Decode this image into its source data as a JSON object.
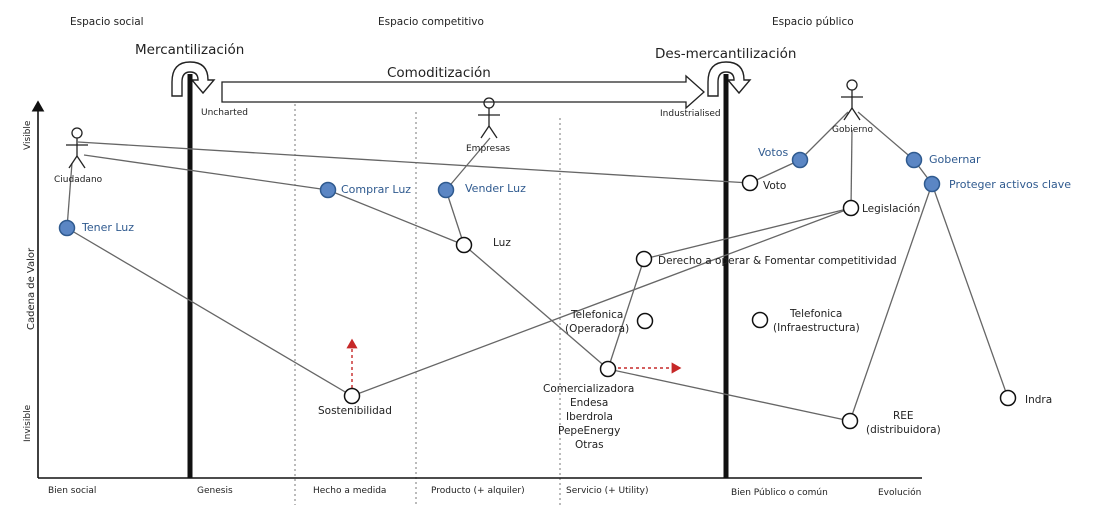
{
  "sections": {
    "social": "Espacio social",
    "competitive": "Espacio competitivo",
    "public": "Espacio público"
  },
  "transitions": {
    "left": "Mercantilización",
    "right": "Des-mercantilización",
    "arrow": "Comoditización"
  },
  "zones": {
    "uncharted": "Uncharted",
    "industrialised": "Industrialised"
  },
  "yaxis": {
    "label": "Cadena de Valor",
    "top": "Visible",
    "bottom": "Invisible"
  },
  "xaxis": {
    "label": "Evolución",
    "stages": [
      "Bien social",
      "Genesis",
      "Hecho a medida",
      "Producto (+ alquiler)",
      "Servicio (+ Utility)",
      "Bien Público o común"
    ]
  },
  "users": {
    "ciudadano": "Ciudadano",
    "empresas": "Empresas",
    "gobierno": "Gobierno"
  },
  "needs": {
    "tener_luz": "Tener Luz",
    "comprar_luz": "Comprar Luz",
    "vender_luz": "Vender Luz",
    "votos": "Votos",
    "gobernar": "Gobernar",
    "proteger": "Proteger activos clave"
  },
  "components": {
    "voto": "Voto",
    "legislacion": "Legislación",
    "luz": "Luz",
    "derecho": "Derecho a operar & Fomentar competitividad",
    "tel_op_1": "Telefonica",
    "tel_op_2": "(Operadora)",
    "tel_inf_1": "Telefonica",
    "tel_inf_2": "(Infraestructura)",
    "sostenibilidad": "Sostenibilidad",
    "comercializadora": [
      "Comercializadora",
      "Endesa",
      "Iberdrola",
      "PepeEnergy",
      "Otras"
    ],
    "ree_1": "REE",
    "ree_2": "(distribuidora)",
    "indra": "Indra"
  },
  "colors": {
    "need_fill": "#5b86c4",
    "need_text": "#2f5a8f",
    "movement": "#c62828"
  }
}
